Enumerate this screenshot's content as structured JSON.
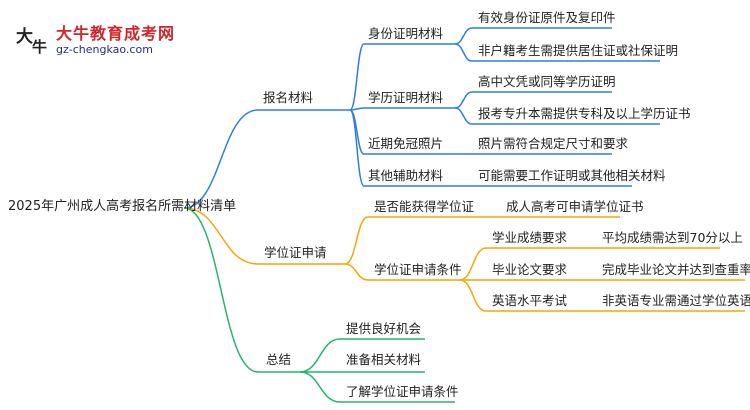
{
  "brand": {
    "name": "大牛教育成考网",
    "url": "gz-chengkao.com",
    "mark_chars": [
      "大",
      "牛"
    ]
  },
  "colors": {
    "blue": "#2f7fe0",
    "orange": "#f2a900",
    "green": "#25b66b"
  },
  "mindmap": {
    "root": "2025年广州成人高考报名所需材料清单",
    "branches": [
      {
        "label": "报名材料",
        "children": [
          {
            "label": "身份证明材料",
            "children": [
              "有效身份证原件及复印件",
              "非户籍考生需提供居住证或社保证明"
            ]
          },
          {
            "label": "学历证明材料",
            "children": [
              "高中文凭或同等学历证明",
              "报考专升本需提供专科及以上学历证书"
            ]
          },
          {
            "label": "近期免冠照片",
            "children": [
              "照片需符合规定尺寸和要求"
            ]
          },
          {
            "label": "其他辅助材料",
            "children": [
              "可能需要工作证明或其他相关材料"
            ]
          }
        ]
      },
      {
        "label": "学位证申请",
        "children": [
          {
            "label": "是否能获得学位证",
            "children": [
              "成人高考可申请学位证书"
            ]
          },
          {
            "label": "学位证申请条件",
            "children": [
              {
                "label": "学业成绩要求",
                "children": [
                  "平均成绩需达到70分以上"
                ]
              },
              {
                "label": "毕业论文要求",
                "children": [
                  "完成毕业论文并达到查重率标准"
                ]
              },
              {
                "label": "英语水平考试",
                "children": [
                  "非英语专业需通过学位英语考试"
                ]
              }
            ]
          }
        ]
      },
      {
        "label": "总结",
        "children": [
          "提供良好机会",
          "准备相关材料",
          "了解学位证申请条件"
        ]
      }
    ]
  }
}
